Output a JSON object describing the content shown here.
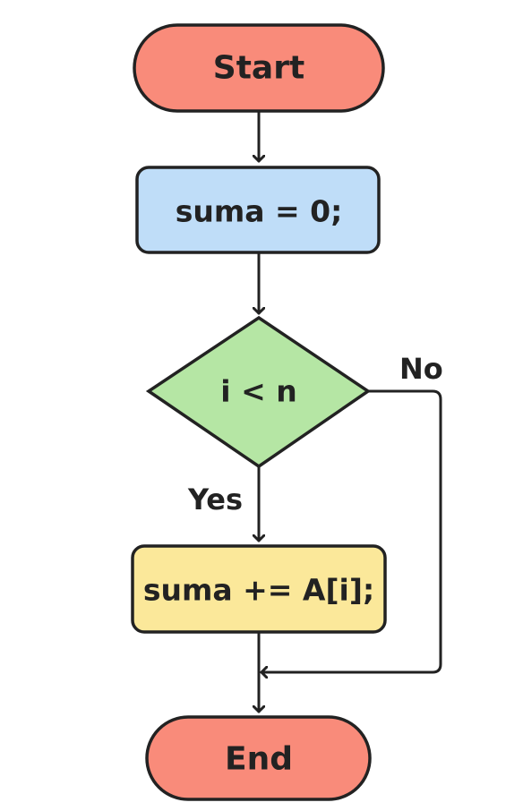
{
  "nodes": {
    "start": {
      "label": "Start",
      "color": "#F98B7A"
    },
    "init": {
      "label": "suma = 0;",
      "color": "#BFDDF8"
    },
    "condition": {
      "label": "i < n",
      "color": "#B5E6A4"
    },
    "body": {
      "label": "suma += A[i];",
      "color": "#FBE89A"
    },
    "end": {
      "label": "End",
      "color": "#F98B7A"
    }
  },
  "edges": {
    "yes_label": "Yes",
    "no_label": "No"
  }
}
